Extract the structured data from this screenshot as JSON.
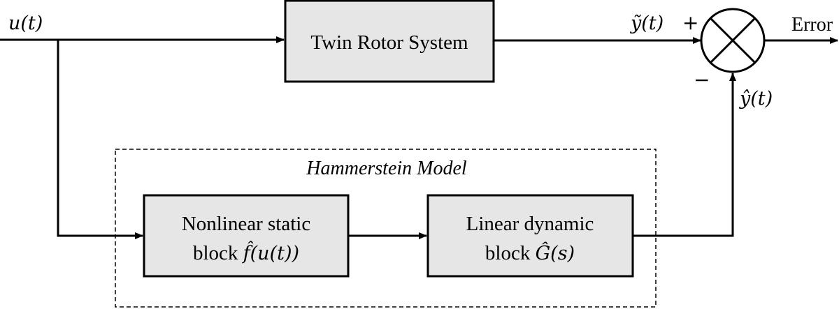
{
  "signals": {
    "input": "u(t)",
    "plant_output": "ỹ(t)",
    "model_output": "ŷ(t)",
    "error": "Error",
    "plus_sign": "+",
    "minus_sign": "−"
  },
  "blocks": {
    "plant": {
      "label": "Twin Rotor System"
    },
    "hammerstein": {
      "title": "Hammerstein Model"
    },
    "nonlinear": {
      "line1": "Nonlinear static",
      "line2_prefix": "block ",
      "line2_math": "f̂(u(t))"
    },
    "linear": {
      "line1": "Linear dynamic",
      "line2_prefix": "block ",
      "line2_math": "Ĝ(s)"
    }
  },
  "colors": {
    "block_fill": "#e6e6e6",
    "stroke": "#000000",
    "background": "#ffffff"
  },
  "icons": {
    "summing_junction": "circle-with-cross"
  }
}
